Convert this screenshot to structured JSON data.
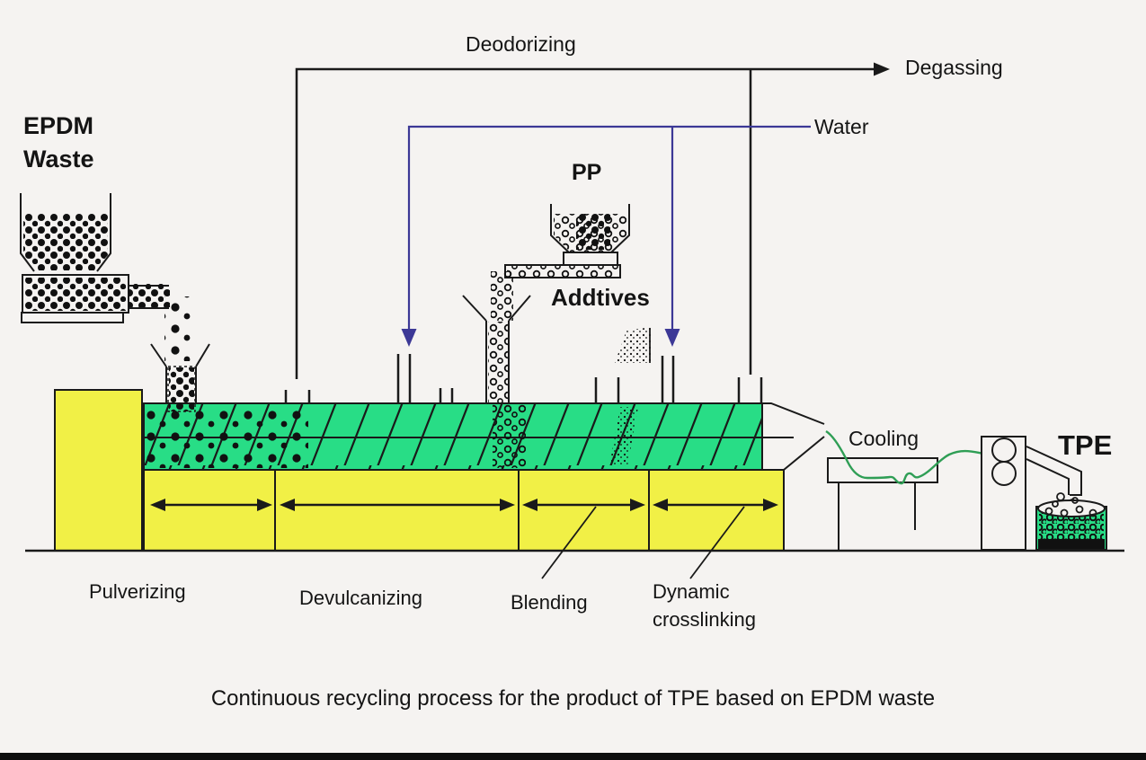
{
  "diagram": {
    "caption": "Continuous recycling process for the product of TPE based on EPDM waste",
    "labels": {
      "epdm_waste": "EPDM\nWaste",
      "deodorizing": "Deodorizing",
      "degassing": "Degassing",
      "water": "Water",
      "pp": "PP",
      "additives": "Addtives",
      "cooling": "Cooling",
      "tpe": "TPE"
    },
    "zones": [
      {
        "label": "Pulverizing"
      },
      {
        "label": "Devulcanizing"
      },
      {
        "label": "Blending"
      },
      {
        "label": "Dynamic\ncrosslinking"
      }
    ],
    "colors": {
      "background": "#f5f3f1",
      "barrel_green": "#28dd86",
      "zone_yellow": "#f1f046",
      "water_blue": "#3c3896",
      "strand_green": "#2f9e55",
      "line_black": "#1a1a1a"
    }
  }
}
